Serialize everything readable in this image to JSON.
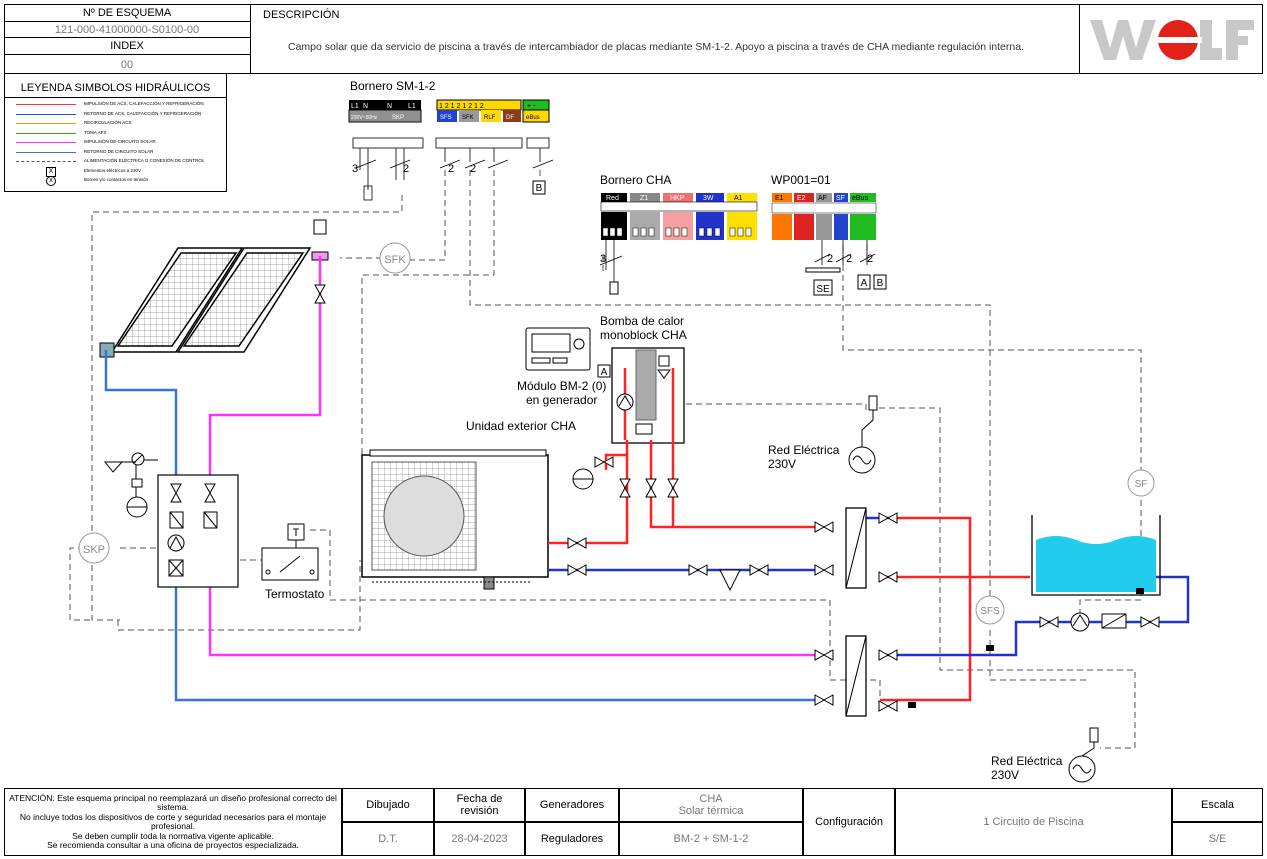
{
  "header": {
    "scheme_no_label": "Nº DE ESQUEMA",
    "scheme_no": "121-000-41000000-S0100-00",
    "index_label": "INDEX",
    "index": "00",
    "description_label": "DESCRIPCIÓN",
    "description": "Campo solar que da servicio de piscina a través de intercambiador de placas mediante SM-1-2. Apoyo a piscina a través de CHA mediante regulación interna.",
    "logo": "WOLF"
  },
  "legend": {
    "title": "LEYENDA SIMBOLOS HIDRÁULICOS",
    "items": [
      {
        "color": "#ff3333",
        "dash": false,
        "text": "IMPULSIÓN DE ACS, CALEFACCIÓN Y REFRIGERACIÓN"
      },
      {
        "color": "#2255cc",
        "dash": false,
        "text": "RETORNO DE ACS, CALEFACCIÓN Y REFRIGERACIÓN"
      },
      {
        "color": "#ff9900",
        "dash": false,
        "text": "RECIRCULACIÓN ACS"
      },
      {
        "color": "#33aa33",
        "dash": false,
        "text": "TOMA AFS"
      },
      {
        "color": "#ff33ff",
        "dash": false,
        "text": "IMPULSIÓN DE CIRCUITO SOLAR"
      },
      {
        "color": "#3377cc",
        "dash": false,
        "text": "RETORNO DE CIRCUITO SOLAR"
      },
      {
        "color": "#555555",
        "dash": true,
        "text": "ALIMENTACIÓN ELÉCTRICA O CONEXIÓN DE CONTROL"
      },
      {
        "symbol": "X",
        "text": "Elementos eléctricos a 230V"
      },
      {
        "symbol": "x",
        "text": "Bornes y/o contactos en tensión"
      }
    ]
  },
  "bornero_sm": {
    "title": "Bornero SM-1-2",
    "top": [
      "L1",
      "N",
      "⏚",
      "N",
      "⏚",
      "L1",
      "1",
      "2",
      "1",
      "2",
      "1",
      "2",
      "1",
      "2",
      "+",
      "-"
    ],
    "bottom": [
      "230V~",
      "SKP",
      "SFS",
      "SFK",
      "RLF",
      "DF",
      "eBus"
    ],
    "wire_labels": [
      "3",
      "2",
      "2",
      "2"
    ],
    "box": "B"
  },
  "bornero_cha": {
    "title": "Bornero CHA",
    "groups": [
      "Red",
      "Z1",
      "HKP",
      "3W",
      "A1"
    ],
    "wire_label": "3"
  },
  "wp001": {
    "title": "WP001=01",
    "groups": [
      "E1",
      "E2",
      "AF",
      "SF",
      "eBus"
    ],
    "wire_labels": [
      "2",
      "2",
      "2"
    ],
    "boxes": [
      "SE",
      "A",
      "B"
    ]
  },
  "sensors": {
    "sfk": "SFK",
    "skp": "SKP",
    "sf": "SF",
    "sfs": "SFS"
  },
  "labels": {
    "heat_pump": "Bomba de calor\nmonoblock CHA",
    "bm2": "Módulo BM-2 (0)\nen generador",
    "bm2_box": "A",
    "outdoor": "Unidad exterior CHA",
    "thermostat": "Termostato",
    "thermostat_box": "T",
    "mains1": "Red Eléctrica\n230V",
    "mains2": "Red Eléctrica\n230V"
  },
  "footer": {
    "warning": "ATENCIÓN: Este esquema principal no reemplazará un diseño profesional correcto del sistema.\nNo incluye todos los dispositivos de corte y seguridad necesarios para el montaje profesional.\nSe deben cumplir toda la normativa vigente aplicable.\nSe recomienda consultar a una oficina de proyectos especializada.",
    "drawn_label": "Dibujado",
    "drawn": "D.T.",
    "rev_label": "Fecha de\nrevisión",
    "rev": "28-04-2023",
    "gen_label": "Generadores",
    "gen": "CHA\nSolar térmica",
    "reg_label": "Reguladores",
    "reg": "BM-2 + SM-1-2",
    "config_label": "Configuración",
    "config": "1 Circuito de Piscina",
    "scale_label": "Escala",
    "scale": "S/E"
  }
}
